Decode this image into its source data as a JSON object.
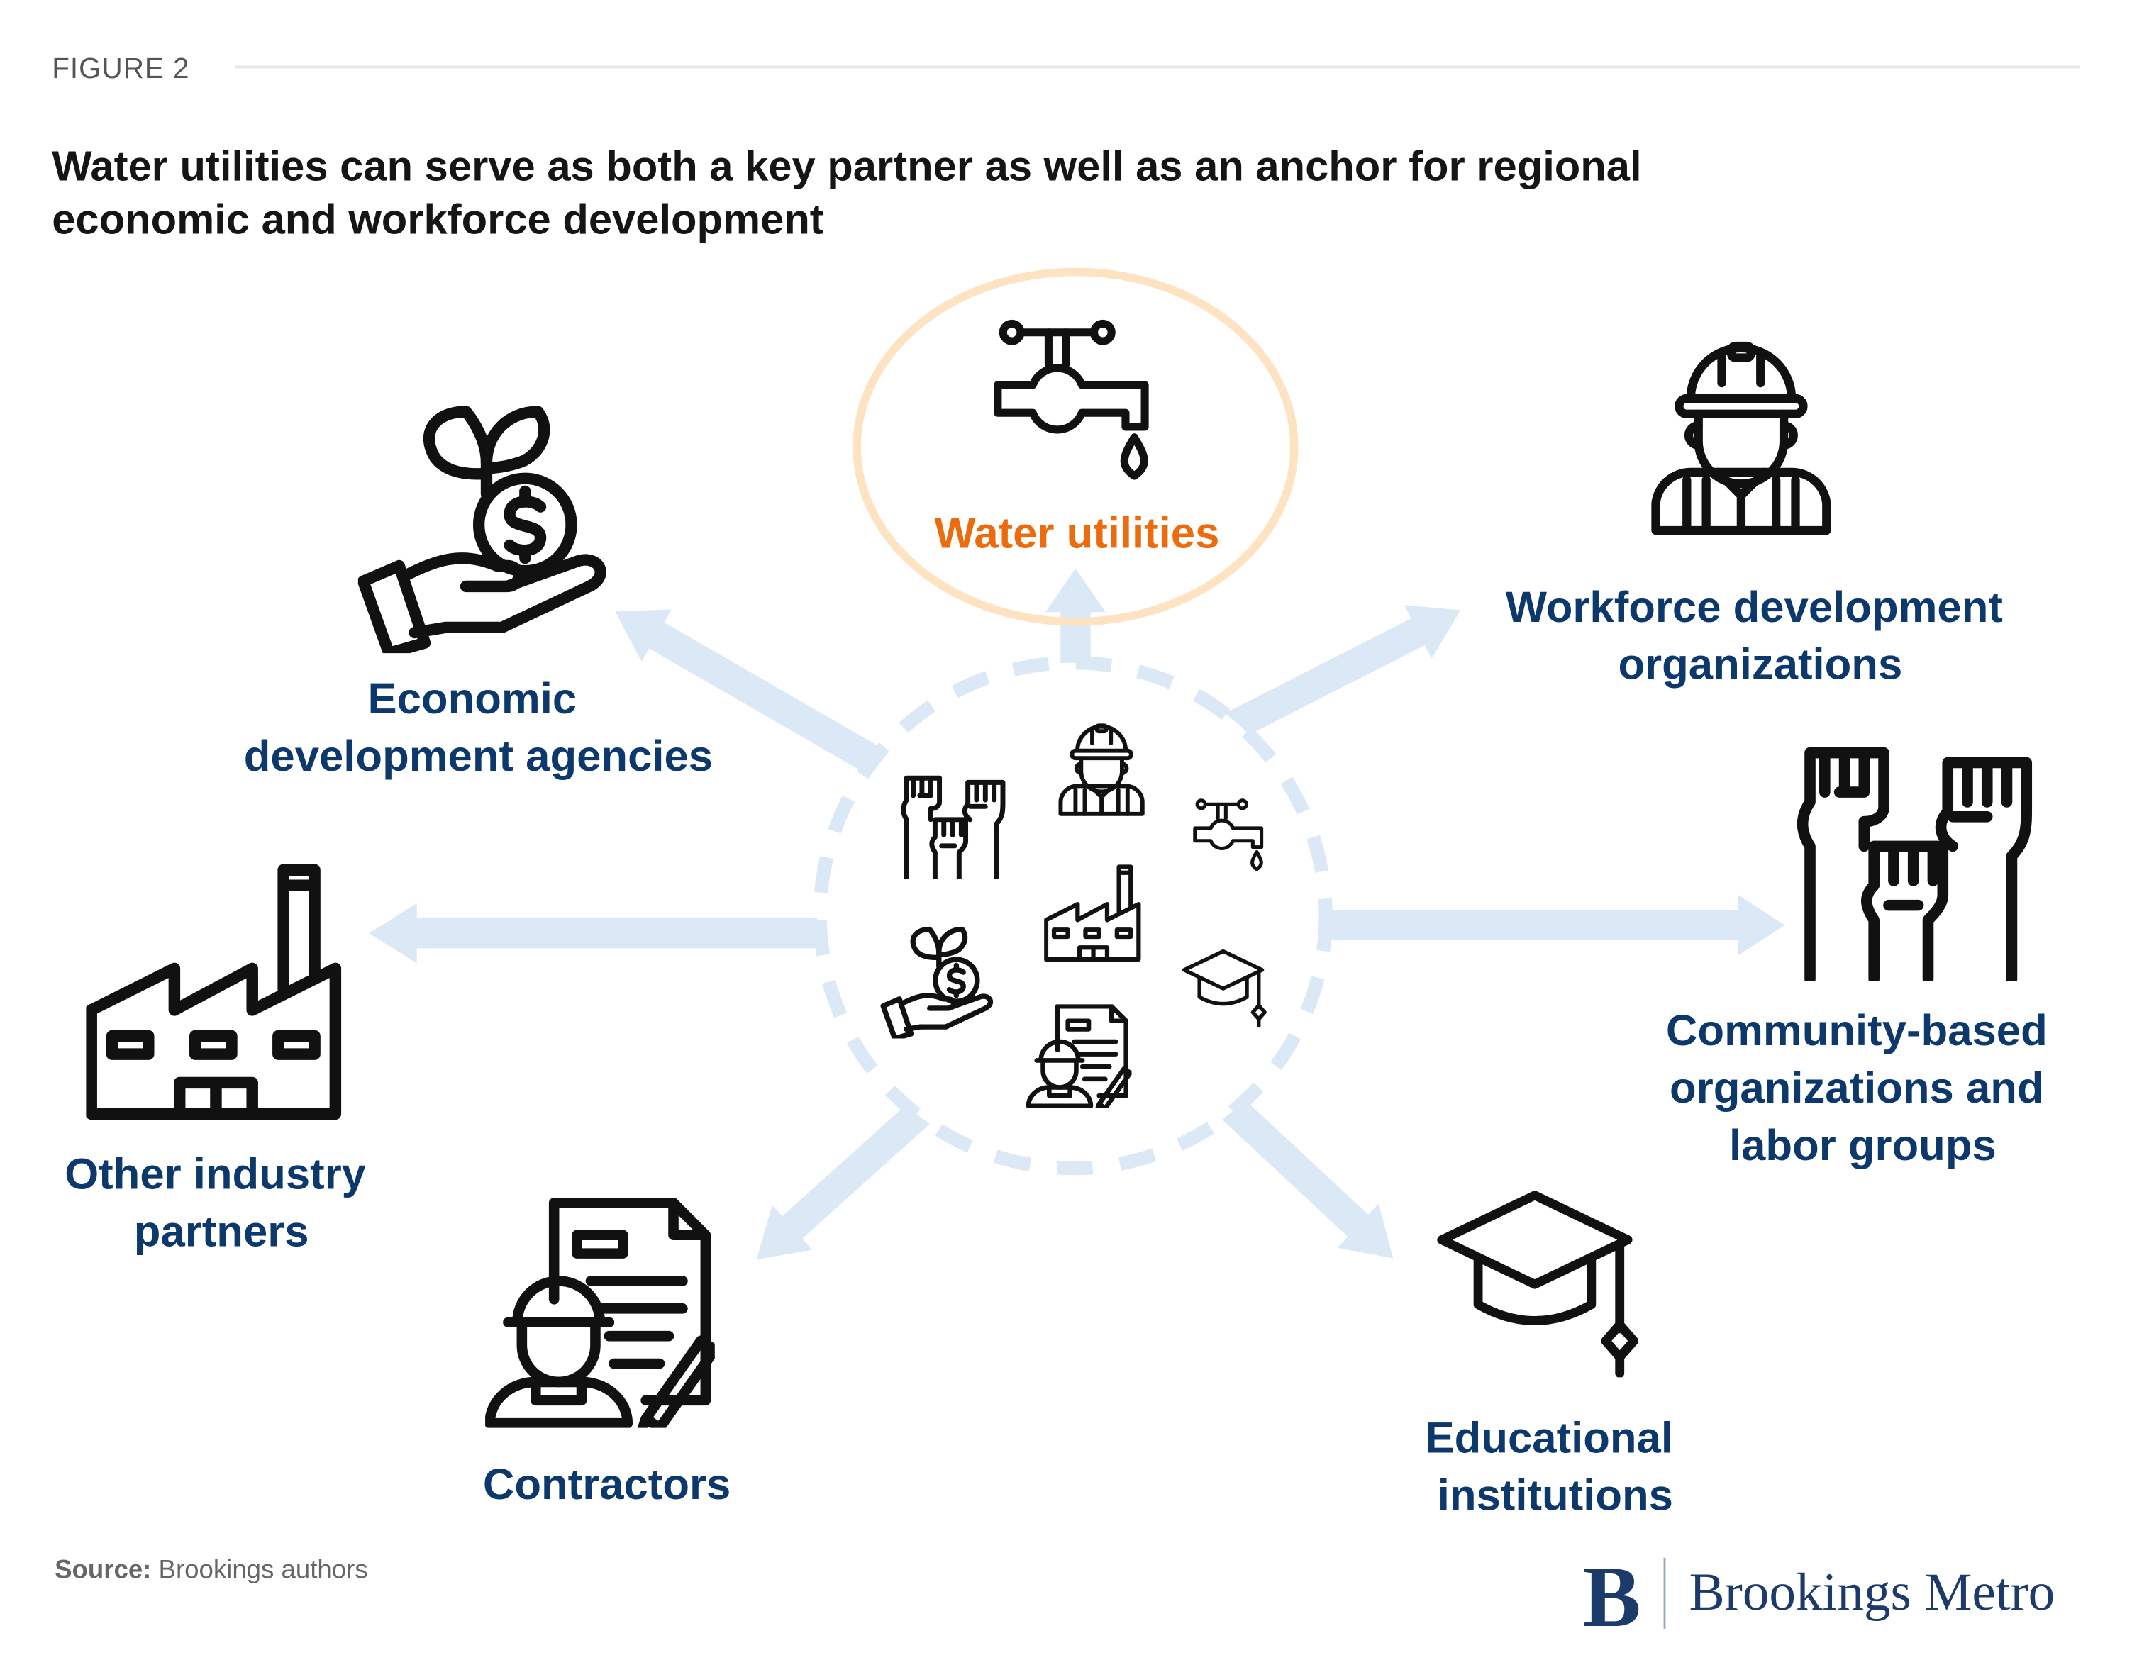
{
  "figure_label": "FIGURE 2",
  "title": {
    "line1": "Water utilities can serve as both a key partner as well as an anchor for regional",
    "line2": "economic and workforce development"
  },
  "hub": {
    "label": "Water utilities",
    "icon": "faucet-icon"
  },
  "nodes": {
    "economic": {
      "line1": "Economic",
      "line2": "development agencies",
      "icon": "plant-money-hand-icon"
    },
    "workforce": {
      "line1": "Workforce development",
      "line2": "organizations",
      "icon": "construction-worker-icon"
    },
    "community": {
      "line1": "Community-based",
      "line2": "organizations and",
      "line3": "labor groups",
      "icon": "raised-fists-icon"
    },
    "industry": {
      "line1": "Other industry",
      "line2": "partners",
      "icon": "factory-icon"
    },
    "contractors": {
      "line1": "Contractors",
      "icon": "contractor-document-icon"
    },
    "education": {
      "line1": "Educational",
      "line2": "institutions",
      "icon": "graduation-cap-icon"
    }
  },
  "source": {
    "label": "Source:",
    "text": " Brookings authors"
  },
  "logo": {
    "mark": "B",
    "text": "Brookings Metro"
  },
  "colors": {
    "label": "#0c386b",
    "hub": "#ec6b0c",
    "hub_ring": "#fde3c2",
    "arrows": "#dbe8f6"
  }
}
